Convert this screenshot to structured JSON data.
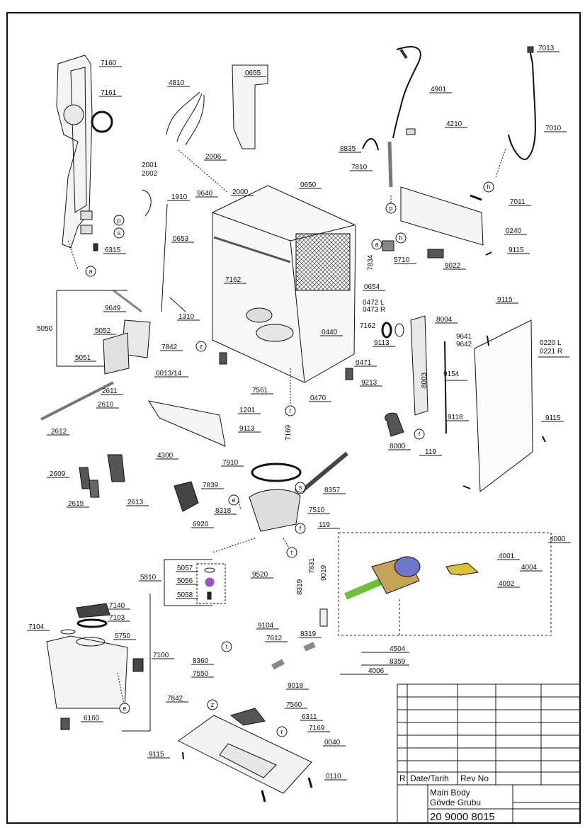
{
  "parts": {
    "p7160": "7160",
    "p7161": "7161",
    "p6315": "6315",
    "p4810": "4810",
    "p0655": "0655",
    "p2006": "2006",
    "p2000": "2000",
    "p0650": "0650",
    "p2001": "2001",
    "p2002": "2002",
    "p1910": "1910",
    "p9640": "9640",
    "p0653": "0653",
    "p7162a": "7162",
    "p9649": "9649",
    "p1310": "1310",
    "p5050": "5050",
    "p5052": "5052",
    "p5051": "5051",
    "p7842a": "7842",
    "p0013": "0013/14",
    "p2611": "2611",
    "p2610": "2610",
    "p2612": "2612",
    "p1201": "1201",
    "p9113a": "9113",
    "p7561": "7561",
    "p7169a": "7169",
    "p0470": "0470",
    "p9213": "9213",
    "p0471": "0471",
    "p9113b": "9113",
    "p0440": "0440",
    "p7162b": "7162",
    "p0472": "0472 L",
    "p0473": "0473 R",
    "p0654": "0654",
    "p7834": "7834",
    "p4901": "4901",
    "p4210": "4210",
    "p8835": "8835",
    "p7810": "7810",
    "p7013": "7013",
    "p7010": "7010",
    "p7011": "7011",
    "p0240": "0240",
    "p9115a": "9115",
    "p5710": "5710",
    "p9022": "9022",
    "p8004": "8004",
    "p8003": "8003",
    "p8000": "8000",
    "p119a": "119",
    "p9641": "9641",
    "p9642": "9642",
    "p9154": "9154",
    "p9118": "9118",
    "p9115b": "9115",
    "p0220": "0220 L",
    "p0221": "0221 R",
    "p9115c": "9115",
    "p4300": "4300",
    "p7910": "7910",
    "p7839": "7839",
    "p8357": "8357",
    "p8318": "8318",
    "p7510": "7510",
    "p6920": "6920",
    "p119b": "119",
    "p2609": "2609",
    "p2615": "2615",
    "p2613": "2613",
    "p5810": "5810",
    "p5057": "5057",
    "p5056": "5056",
    "p5058": "5058",
    "p9520": "9520",
    "p8319a": "8319",
    "p7831": "7831",
    "p9019": "9019",
    "p9104": "9104",
    "p7612": "7612",
    "p8319b": "8319",
    "p4000": "4000",
    "p4001": "4001",
    "p4004": "4004",
    "p4002": "4002",
    "p4504": "4504",
    "p8359": "8359",
    "p4006": "4006",
    "p9018": "9018",
    "p8360": "8360",
    "p7550": "7550",
    "p7140": "7140",
    "p7103": "7103",
    "p7104": "7104",
    "p5750": "5750",
    "p7100": "7100",
    "p6160": "6160",
    "p7842b": "7842",
    "p7560": "7560",
    "p6311": "6311",
    "p7169b": "7169",
    "p0040": "0040",
    "p9115d": "9115",
    "p0110": "0110"
  },
  "refs": {
    "p": "p",
    "s": "s",
    "a": "a",
    "h": "h",
    "z": "z",
    "r": "r",
    "f": "f",
    "e": "e",
    "t": "t"
  },
  "title_block": {
    "rev_col": "R",
    "date_col": "Date/Tarih",
    "rev_no_col": "Rev No",
    "title_en": "Main Body",
    "title_tr": "Gövde Grubu",
    "drawing_no": "20 9000 8015"
  },
  "colors": {
    "line": "#111111",
    "pump_blue": "#6f78c8",
    "pump_green": "#6fbf3f",
    "pump_tan": "#c9a25a",
    "bracket_yellow": "#d9c23a",
    "cap_purple": "#a050c8",
    "cyan": "#4fb0c8"
  }
}
